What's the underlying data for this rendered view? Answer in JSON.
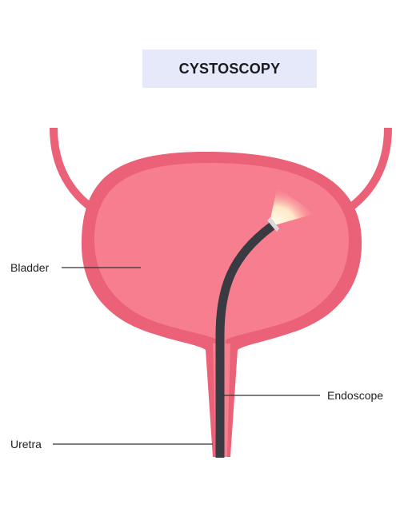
{
  "title": "CYSTOSCOPY",
  "labels": {
    "bladder": "Bladder",
    "endoscope": "Endoscope",
    "uretra": "Uretra"
  },
  "colors": {
    "title_background": "#e6e9f9",
    "bladder_wall": "#ea6178",
    "bladder_interior": "#f77e8f",
    "endoscope": "#3a3b42",
    "leader_line": "#333333",
    "light_glow": "#fff3cf"
  }
}
